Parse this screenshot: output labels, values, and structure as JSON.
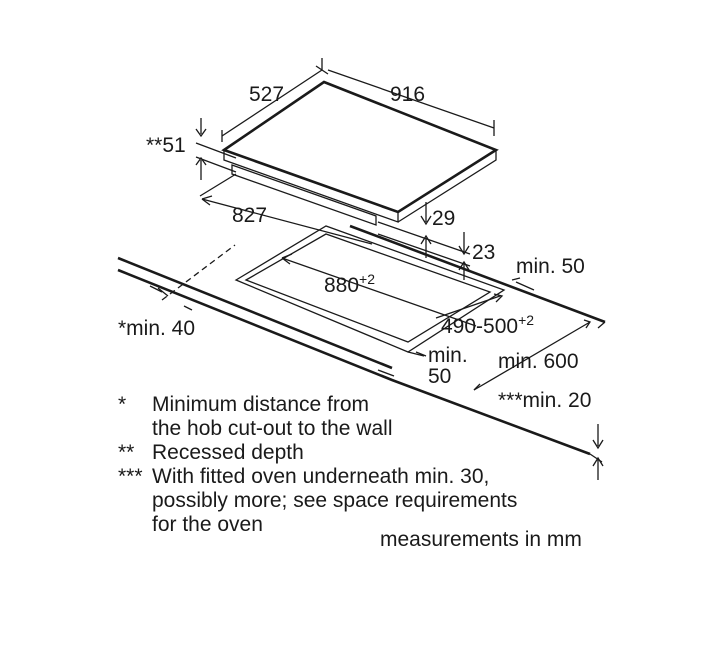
{
  "dimensions": {
    "hob_depth": "527",
    "hob_width": "916",
    "recessed_depth": "**51",
    "cutout_depth_hob": "827",
    "step_29": "29",
    "step_23": "23",
    "cutout_width": "880",
    "cutout_width_tol": "+2",
    "cutout_depth": "490-500",
    "cutout_depth_tol": "+2",
    "min_back": "min. 50",
    "min_side_wall": "*min. 40",
    "min_front_a": "min.",
    "min_front_b": "50",
    "min_worktop_depth": "min. 600",
    "min_oven_gap": "***min. 20"
  },
  "notes": [
    {
      "mark": "*",
      "text": "Minimum distance from\nthe hob cut-out to the wall"
    },
    {
      "mark": "**",
      "text": "Recessed depth"
    },
    {
      "mark": "***",
      "text": "With fitted oven underneath min. 30,\npossibly more; see space requirements\nfor the oven"
    }
  ],
  "footer": "measurements in mm",
  "colors": {
    "ink": "#1a1a1a",
    "background": "#ffffff"
  }
}
